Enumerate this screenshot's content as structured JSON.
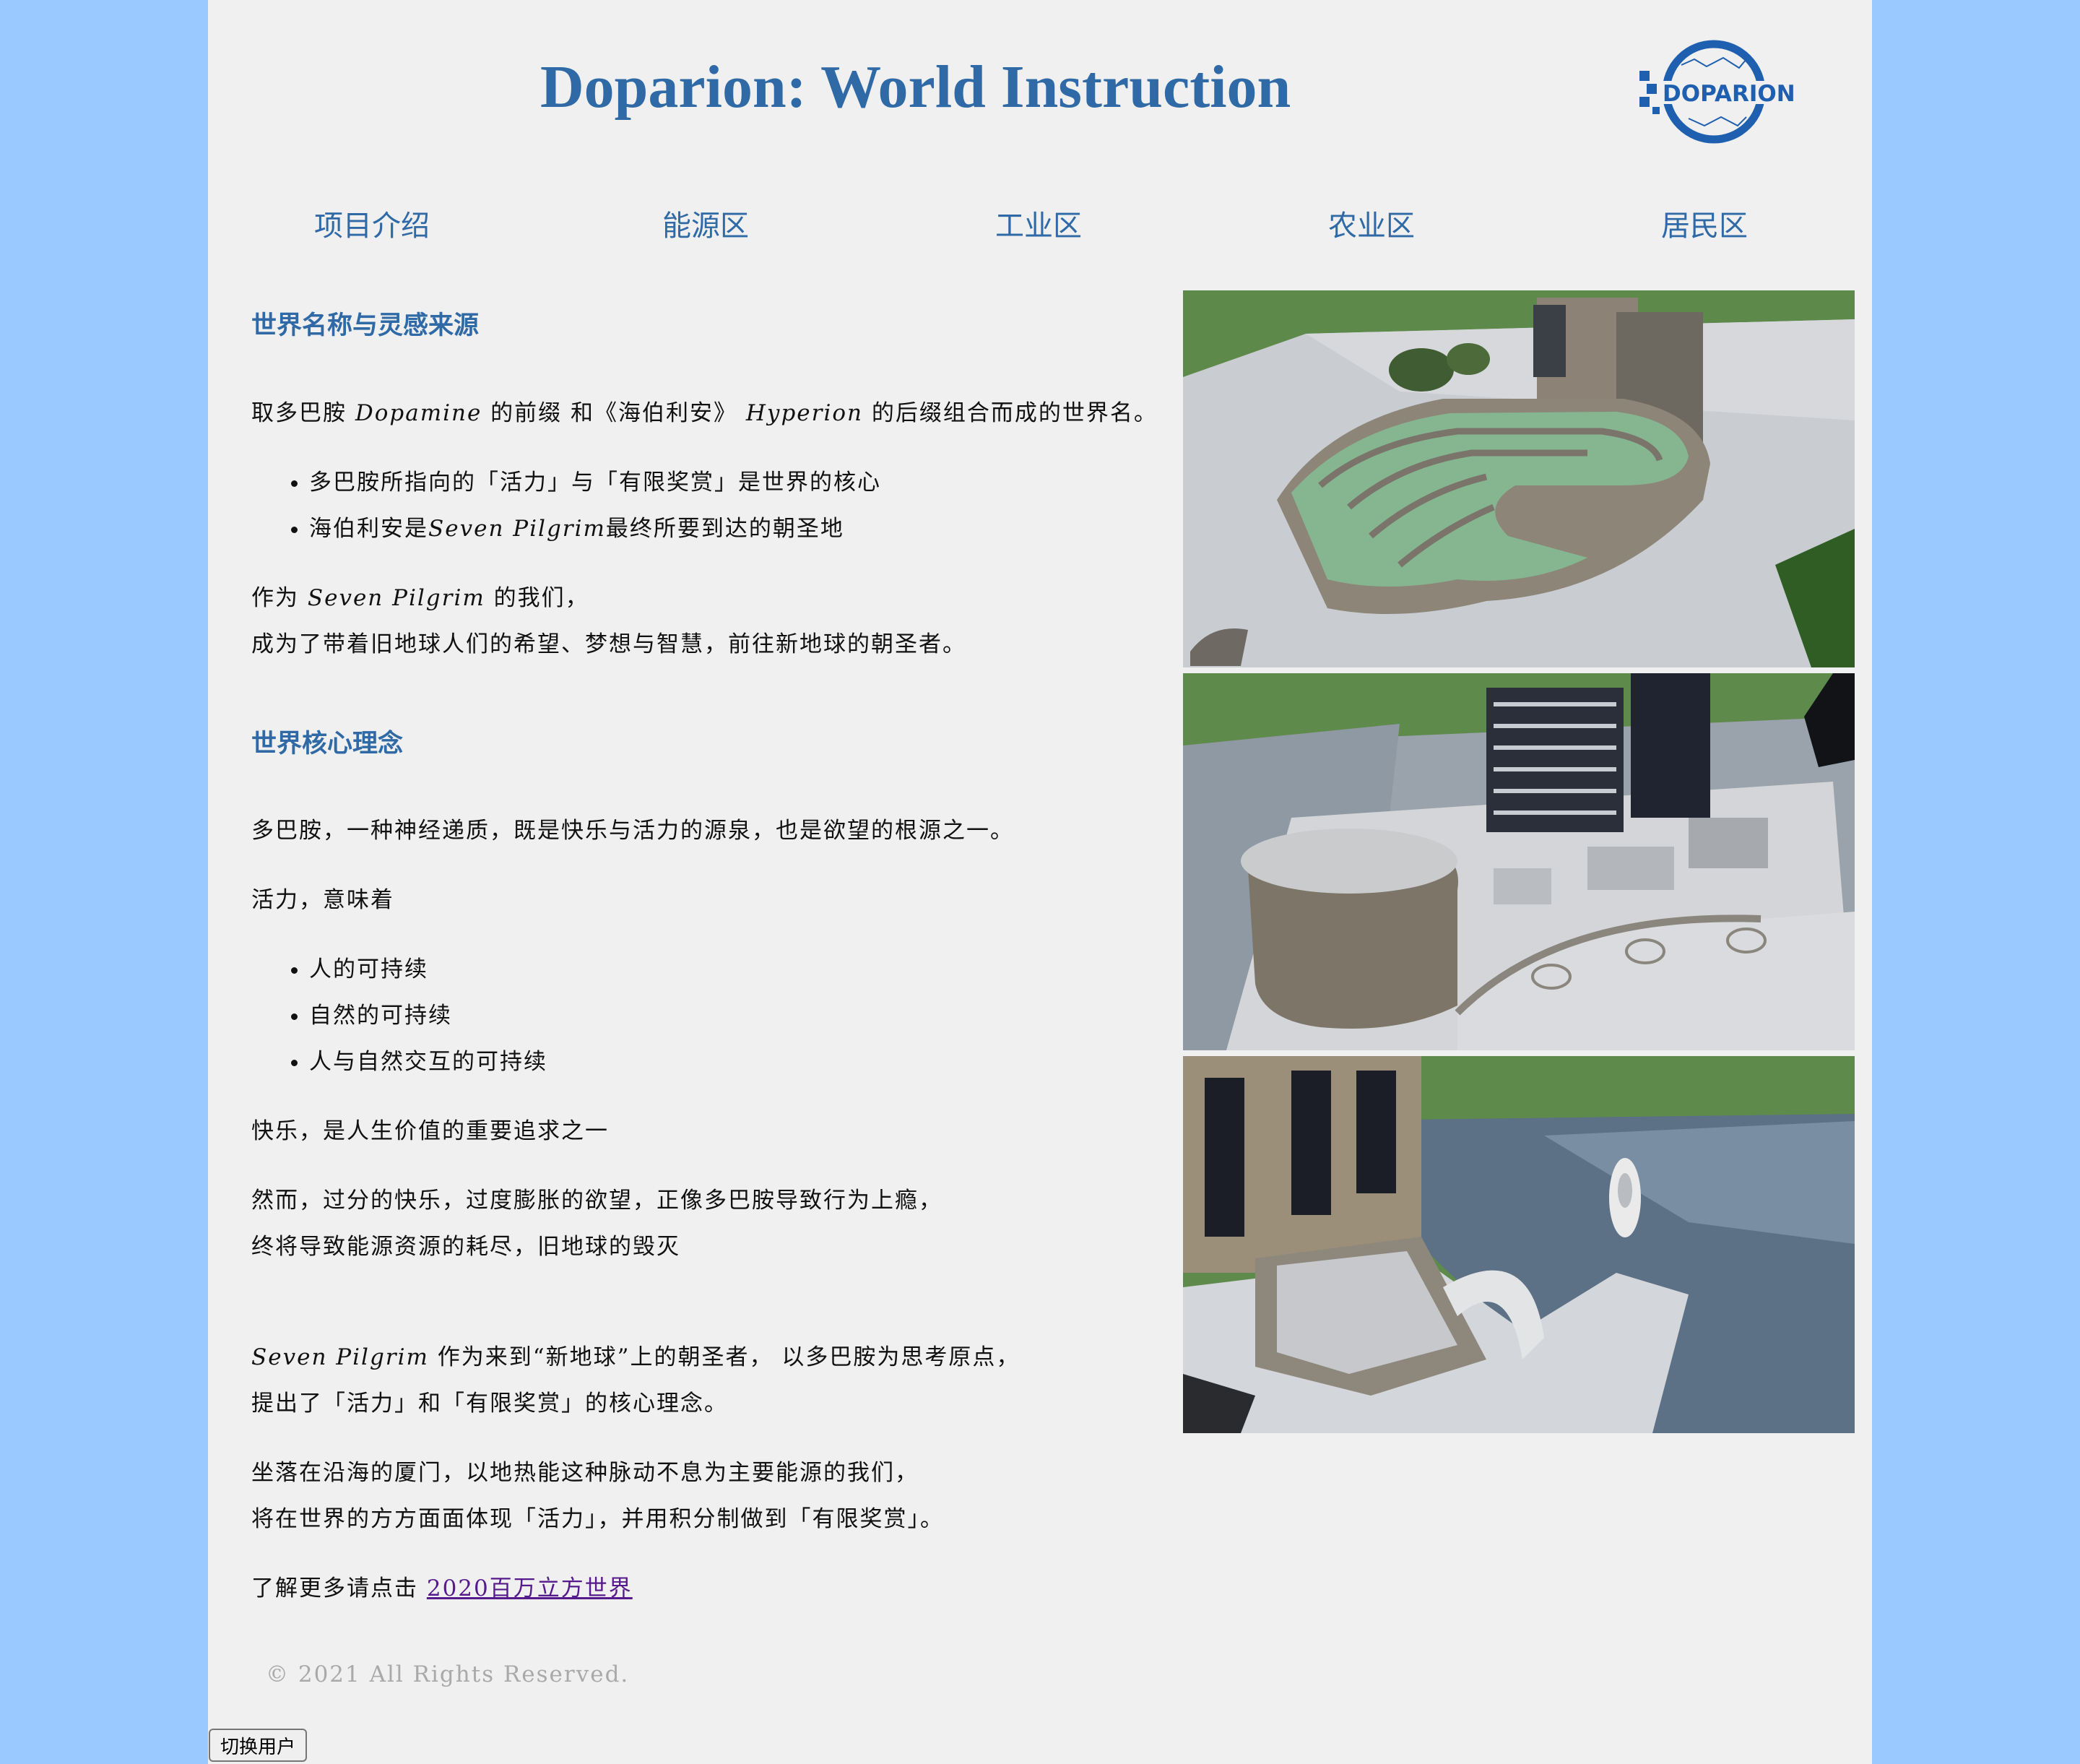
{
  "header": {
    "title": "Doparion: World Instruction",
    "logo_text": "DOPARION"
  },
  "nav": {
    "items": [
      "项目介绍",
      "能源区",
      "工业区",
      "农业区",
      "居民区"
    ]
  },
  "section1": {
    "heading": "世界名称与灵感来源",
    "intro": {
      "part1": "取多巴胺 ",
      "dopamine": "Dopamine",
      "part2": " 的前缀 和《海伯利安》 ",
      "hyperion": "Hyperion",
      "part3": " 的后缀组合而成的世界名。"
    },
    "bullets": [
      "多巴胺所指向的「活力」与「有限奖赏」是世界的核心",
      "海伯利安是Seven Pilgrim最终所要到达的朝圣地"
    ],
    "para2_line1_prefix": "作为 ",
    "para2_line1_em": "Seven Pilgrim",
    "para2_line1_suffix": " 的我们，",
    "para2_line2": "成为了带着旧地球人们的希望、梦想与智慧，前往新地球的朝圣者。"
  },
  "section2": {
    "heading": "世界核心理念",
    "p1": "多巴胺，一种神经递质，既是快乐与活力的源泉，也是欲望的根源之一。",
    "p2": "活力，意味着",
    "bullets": [
      "人的可持续",
      "自然的可持续",
      "人与自然交互的可持续"
    ],
    "p3": "快乐，是人生价值的重要追求之一",
    "p4_line1": "然而，过分的快乐，过度膨胀的欲望，正像多巴胺导致行为上瘾，",
    "p4_line2": "终将导致能源资源的耗尽，旧地球的毁灭",
    "p5_line1_em": "Seven Pilgrim",
    "p5_line1_rest": " 作为来到“新地球”上的朝圣者， 以多巴胺为思考原点，",
    "p5_line2": "提出了「活力」和「有限奖赏」的核心理念。",
    "p6_line1": "坐落在沿海的厦门，以地热能这种脉动不息为主要能源的我们，",
    "p6_line2": "将在世界的方方面面体现「活力」，并用积分制做到「有限奖赏」。",
    "p7_prefix": "了解更多请点击 ",
    "p7_link": "2020百万立方世界"
  },
  "footer": {
    "copyright": "© 2021 All Rights Reserved."
  },
  "switch_user_label": "切换用户",
  "colors": {
    "background": "#99c9fe",
    "page": "#f0f0f0",
    "accent": "#2f6aa6",
    "link_visited": "#551a8b",
    "footer_text": "#a9a9a9"
  }
}
